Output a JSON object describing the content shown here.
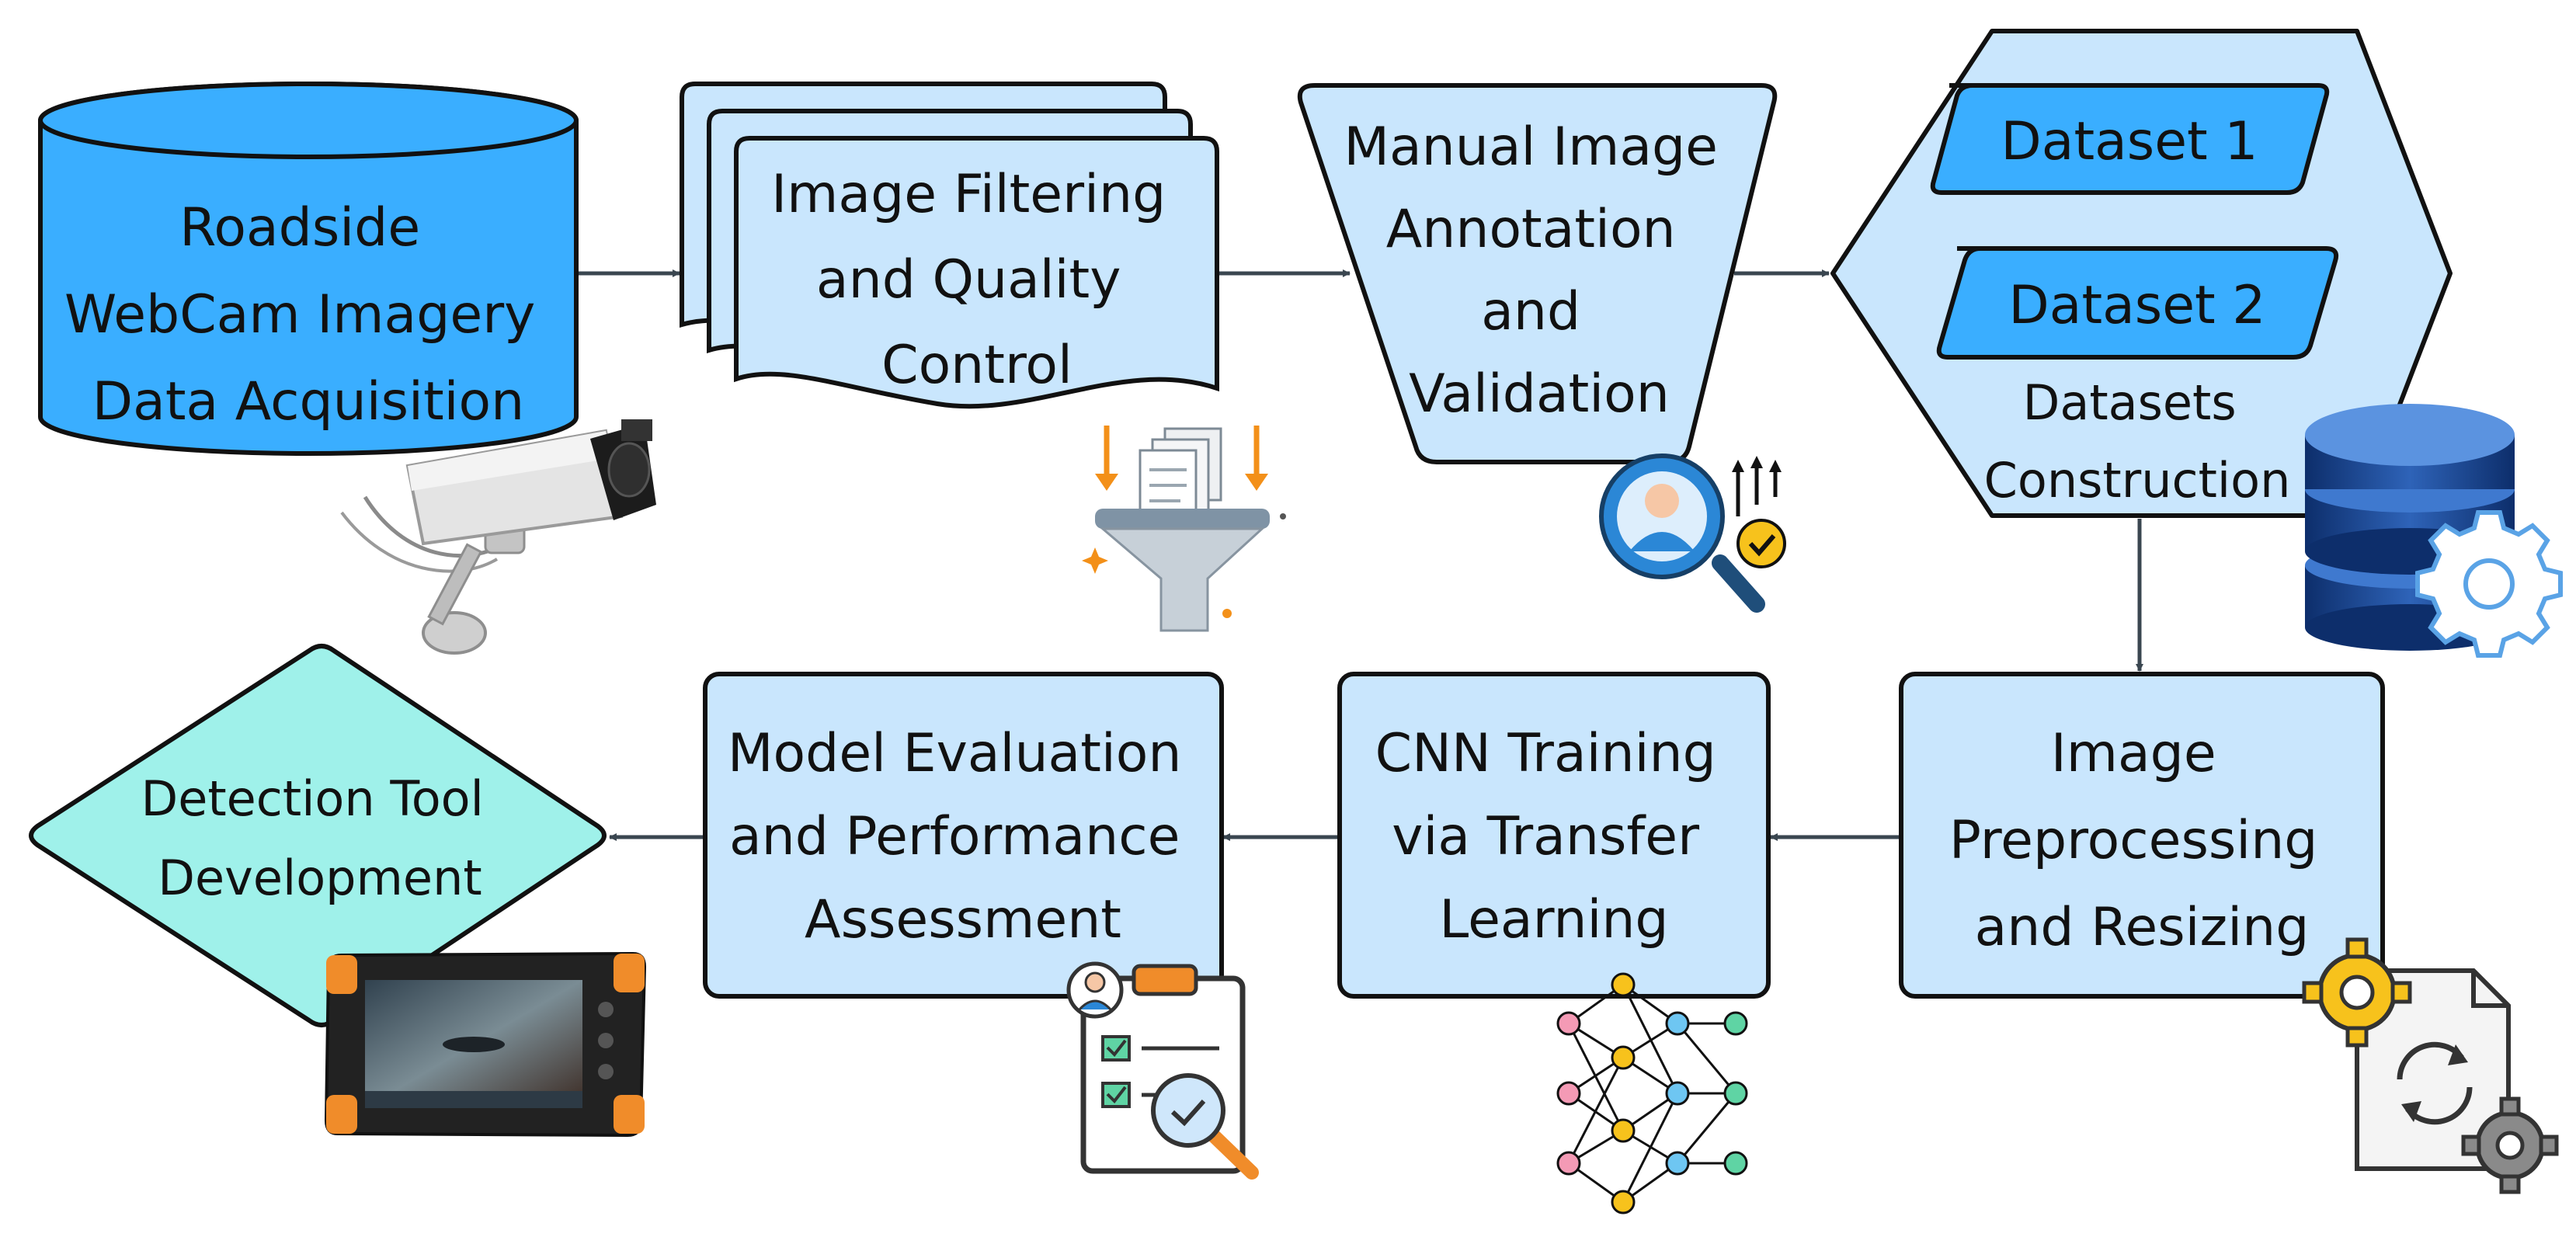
{
  "colors": {
    "primary_fill": "#3aaeff",
    "light_fill": "#c9e6fd",
    "output_fill": "#9ff1ea",
    "stroke": "#111111",
    "arrow": "#3a4650"
  },
  "nodes": {
    "acquisition": {
      "lines": [
        "Roadside",
        "WebCam Imagery",
        "Data Acquisition"
      ],
      "icon": "security-camera-icon"
    },
    "filtering": {
      "lines": [
        "Image Filtering",
        "and Quality",
        "Control"
      ],
      "icon": "document-funnel-icon"
    },
    "annotation": {
      "lines": [
        "Manual Image",
        "Annotation",
        "and",
        "Validation"
      ],
      "icon": "user-search-check-icon"
    },
    "datasets": {
      "dataset1": "Dataset 1",
      "dataset2": "Dataset 2",
      "lines": [
        "Datasets",
        "Construction"
      ],
      "icon": "database-gear-icon"
    },
    "preprocessing": {
      "lines": [
        "Image",
        "Preprocessing",
        "and Resizing"
      ],
      "icon": "file-sync-gears-icon"
    },
    "training": {
      "lines": [
        "CNN Training",
        "via Transfer",
        "Learning"
      ],
      "icon": "neural-network-icon"
    },
    "evaluation": {
      "lines": [
        "Model Evaluation",
        "and Performance",
        "Assessment"
      ],
      "icon": "clipboard-check-icon"
    },
    "tool": {
      "lines": [
        "Detection Tool",
        "Development"
      ],
      "icon": "rugged-tablet-icon"
    }
  }
}
